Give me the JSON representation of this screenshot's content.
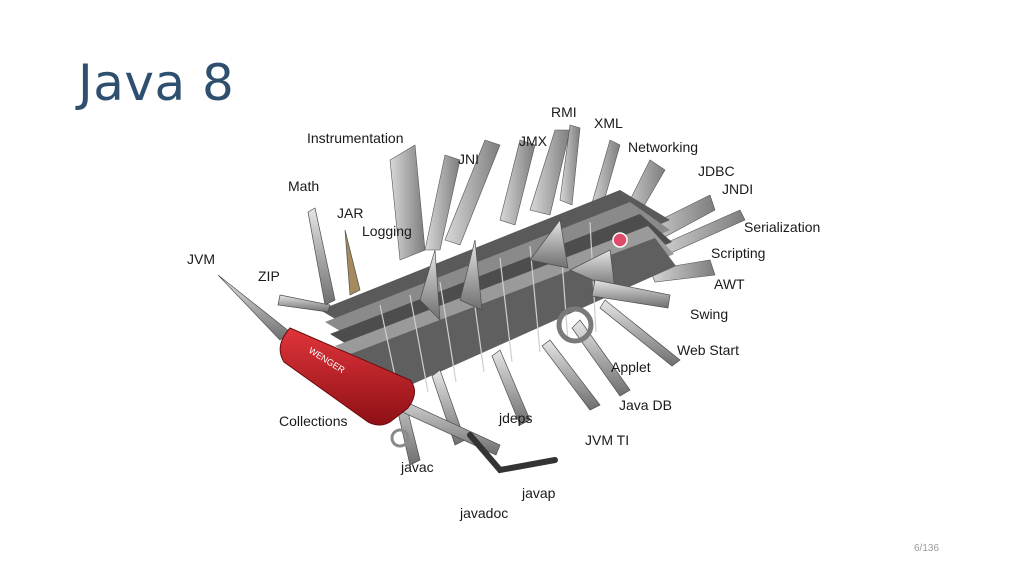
{
  "slide": {
    "title": "Java 8",
    "page": "6/136"
  },
  "labels": {
    "rmi": "RMI",
    "xml": "XML",
    "jmx": "JMX",
    "networking": "Networking",
    "instrumentation": "Instrumentation",
    "jni": "JNI",
    "jdbc": "JDBC",
    "jndi": "JNDI",
    "math": "Math",
    "jar": "JAR",
    "serialization": "Serialization",
    "logging": "Logging",
    "scripting": "Scripting",
    "jvm": "JVM",
    "zip": "ZIP",
    "awt": "AWT",
    "swing": "Swing",
    "web_start": "Web Start",
    "applet": "Applet",
    "java_db": "Java DB",
    "collections": "Collections",
    "jdeps": "jdeps",
    "jvm_ti": "JVM TI",
    "javac": "javac",
    "javap": "javap",
    "javadoc": "javadoc"
  },
  "image": {
    "brand_text": "WENGER"
  }
}
